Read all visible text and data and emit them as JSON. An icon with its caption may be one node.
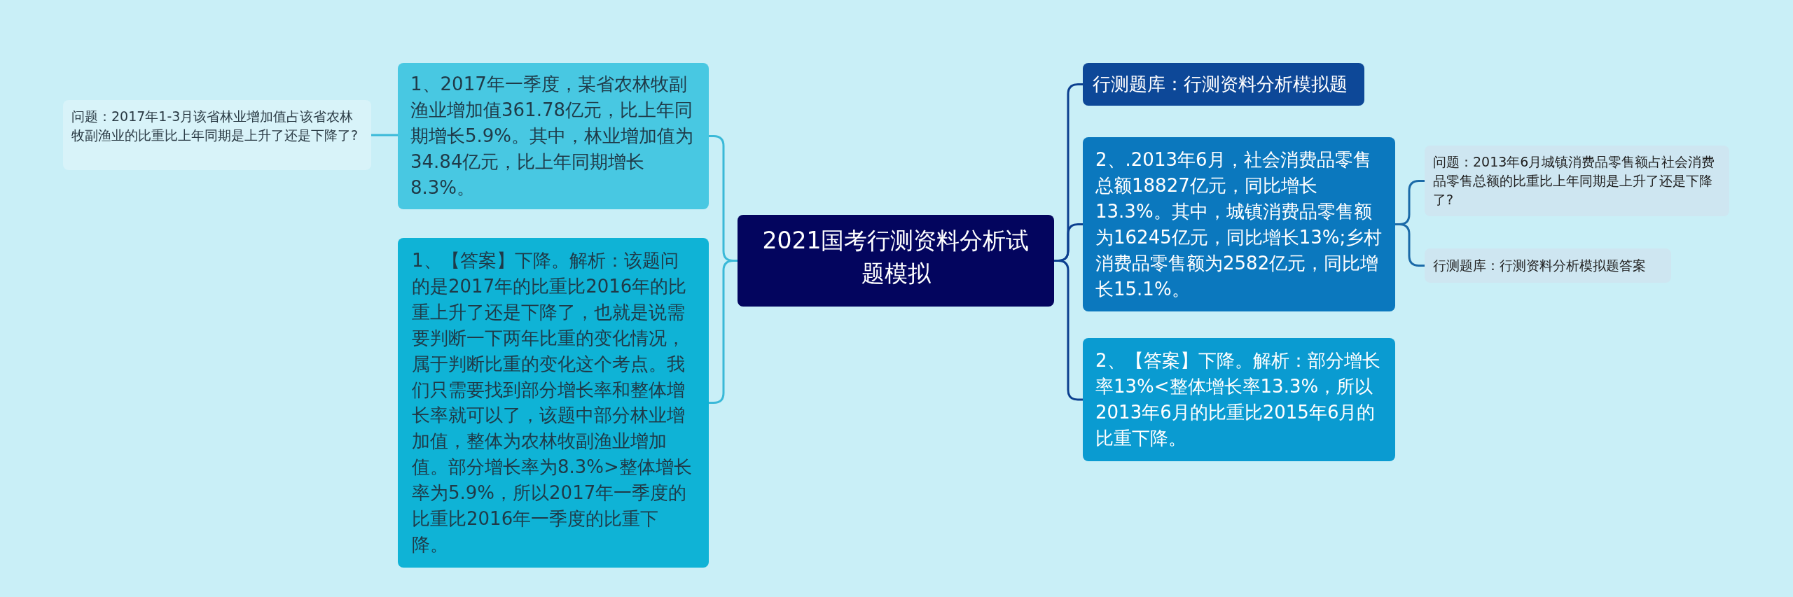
{
  "diagram": {
    "nodes": [
      {
        "text": [
          "2021国考行测资料分析试题模拟"
        ]
      },
      {
        "text": [
          "1、2017年一季度，某省农林牧副渔业增加值361.78亿元，比上年同期增长5.9%。其中，林业增加值为34.84亿元，比上年同期增长8.3%。"
        ]
      },
      {
        "text": [
          "问题：2017年1-3月该省林业增加值占该省农林牧副渔业的比重比上年同期是上升了还是下降了?"
        ]
      },
      {
        "text": [
          "1、【答案】下降。解析：该题问的是2017年的比重比2016年的比重上升了还是下降了，也就是说需要判断一下两年比重的变化情况，属于判断比重的变化这个考点。我们只需要找到部分增长率和整体增长率就可以了，该题中部分林业增加值，整体为农林牧副渔业增加值。部分增长率为8.3%>整体增长率为5.9%，所以2017年一季度的比重比2016年一季度的比重下降。"
        ]
      },
      {
        "text": [
          "行测题库：行测资料分析模拟题"
        ]
      },
      {
        "text": [
          "2、.2013年6月，社会消费品零售总额18827亿元，同比增长13.3%。其中，城镇消费品零售额为16245亿元，同比增长13%;乡村消费品零售额为2582亿元，同比增长15.1%。"
        ]
      },
      {
        "text": [
          "问题：2013年6月城镇消费品零售额占社会消费品零售总额的比重比上年同期是上升了还是下降了?"
        ]
      },
      {
        "text": [
          "行测题库：行测资料分析模拟题答案"
        ]
      },
      {
        "text": [
          "2、【答案】下降。解析：部分增长率13%<整体增长率13.3%，所以2013年6月的比重比2015年6月的比重下降。"
        ]
      }
    ],
    "edges": [
      {
        "from": 0,
        "to": 1,
        "arrow": "none",
        "color": "#3ab9d8"
      },
      {
        "from": 1,
        "to": 2,
        "arrow": "none",
        "color": "#3ab9d8"
      },
      {
        "from": 0,
        "to": 3,
        "arrow": "none",
        "color": "#3ab9d8"
      },
      {
        "from": 0,
        "to": 4,
        "arrow": "none",
        "color": "#0b3f8f"
      },
      {
        "from": 0,
        "to": 5,
        "arrow": "none",
        "color": "#0b3f8f"
      },
      {
        "from": 5,
        "to": 6,
        "arrow": "none",
        "color": "#1b6aa8"
      },
      {
        "from": 5,
        "to": 7,
        "arrow": "none",
        "color": "#1b6aa8"
      },
      {
        "from": 0,
        "to": 8,
        "arrow": "none",
        "color": "#0b3f8f"
      }
    ]
  }
}
